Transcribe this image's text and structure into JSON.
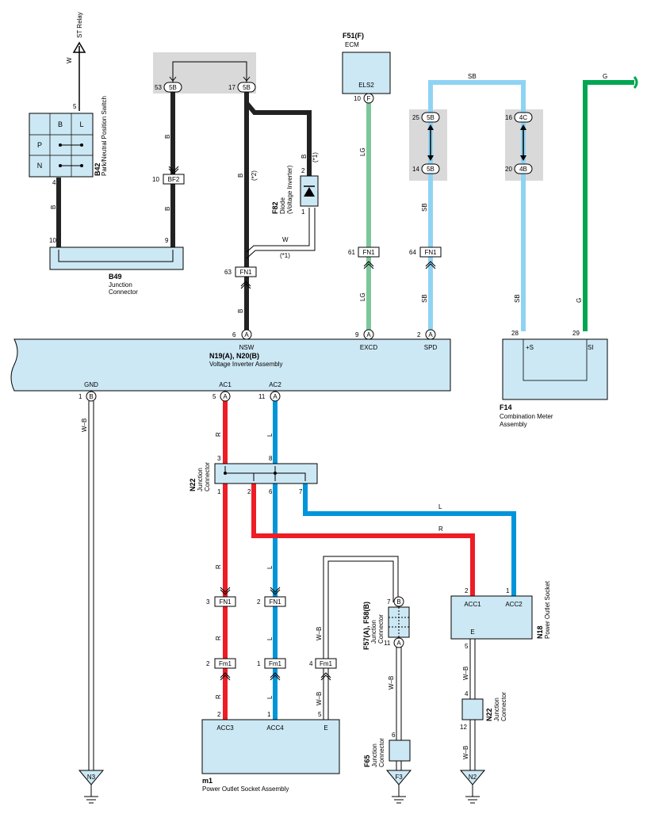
{
  "colors": {
    "wire_black": "#222222",
    "wire_red": "#ee1c25",
    "wire_blue": "#0095da",
    "wire_skyblue": "#8fd3f4",
    "wire_lightgreen": "#7cc79a",
    "wire_green": "#00a650",
    "component_fill": "#cce8f4",
    "shaded_block": "#d9d9d9"
  },
  "top": {
    "st_relay": "ST Relay",
    "st_wire": "W",
    "st_pin": "5"
  },
  "b42": {
    "code": "B42",
    "name": "Park/Neutral Position Switch",
    "col_b": "B",
    "col_l": "L",
    "row_p": "P",
    "row_n": "N",
    "pin": "4",
    "wire": "B"
  },
  "bf2": {
    "label": "BF2",
    "pin": "10",
    "wire_top": "B",
    "wire_bottom": "B"
  },
  "b49": {
    "code": "B49",
    "name1": "Junction",
    "name2": "Connector",
    "pin_left": "10",
    "pin_right": "9"
  },
  "conn5b": {
    "label": "5B",
    "pin_left": "53",
    "pin_right": "17"
  },
  "f82": {
    "code": "F82",
    "name1": "Diode",
    "name2": "(Voltage Inverter)",
    "pin_top": "2",
    "pin_bottom": "1",
    "wire_b": "B",
    "note": "(*1)",
    "wire_w": "W",
    "note2": "(*1)",
    "note3": "(*2)"
  },
  "fn1": {
    "label": "FN1",
    "pin_nsw": "63",
    "pin_excd": "61",
    "pin_spd": "64",
    "pin_ac1": "3",
    "pin_ac2": "2"
  },
  "nsw_wire": "B",
  "f51": {
    "code": "F51(F)",
    "name": "ECM",
    "term": "ELS2",
    "pin": "10",
    "conn": "F",
    "wire": "LG"
  },
  "sb_link": {
    "wire": "SB",
    "c1_top": "5B",
    "c1_top_pin": "25",
    "c1_bot": "5B",
    "c1_bot_pin": "14",
    "c2_top": "4C",
    "c2_top_pin": "16",
    "c2_bot": "4B",
    "c2_bot_pin": "20"
  },
  "g_wire": "G",
  "main": {
    "code": "N19(A), N20(B)",
    "name": "Voltage Inverter Assembly",
    "t_nsw": "NSW",
    "t_excd": "EXCD",
    "t_spd": "SPD",
    "t_gnd": "GND",
    "t_ac1": "AC1",
    "t_ac2": "AC2",
    "p_nsw": "6",
    "c_nsw": "A",
    "p_excd": "9",
    "c_excd": "A",
    "p_spd": "2",
    "c_spd": "A",
    "p_gnd": "1",
    "c_gnd": "B",
    "p_ac1": "5",
    "c_ac1": "A",
    "p_ac2": "11",
    "c_ac2": "A"
  },
  "f14": {
    "code": "F14",
    "name1": "Combination Meter",
    "name2": "Assembly",
    "t_s": "+S",
    "t_si": "SI",
    "pin_s": "28",
    "pin_si": "29"
  },
  "n22": {
    "code": "N22",
    "name1": "Junction",
    "name2": "Connector",
    "p3": "3",
    "p8": "8",
    "p1": "1",
    "p2": "2",
    "p6": "6",
    "p7": "7"
  },
  "wire_labels": {
    "wb": "W–B",
    "r": "R",
    "l": "L"
  },
  "fm1": {
    "label": "Fm1",
    "p_acc3": "2",
    "p_acc4": "1",
    "p_e": "4"
  },
  "m1": {
    "code": "m1",
    "name": "Power Outlet Socket Assembly",
    "t_acc3": "ACC3",
    "t_acc4": "ACC4",
    "t_e": "E",
    "p_acc3": "2",
    "p_acc4": "1",
    "p_e": "5"
  },
  "f57": {
    "code": "F57(A), F58(B)",
    "name1": "Junction",
    "name2": "Connector",
    "p_top": "7",
    "c_top": "B",
    "p_bot": "11",
    "c_bot": "A"
  },
  "f65": {
    "code": "F65",
    "name1": "Junction",
    "name2": "Connector",
    "pin": "6"
  },
  "n18": {
    "code": "N18",
    "name": "Power Outlet Socket",
    "t_acc1": "ACC1",
    "t_acc2": "ACC2",
    "t_e": "E",
    "p_acc1": "2",
    "p_acc2": "1",
    "p_e": "5"
  },
  "n22b": {
    "code": "N22",
    "name1": "Junction",
    "name2": "Connector",
    "p_top": "4",
    "p_bot": "12"
  },
  "grounds": {
    "n3": "N3",
    "f3": "F3",
    "n2": "N2"
  }
}
